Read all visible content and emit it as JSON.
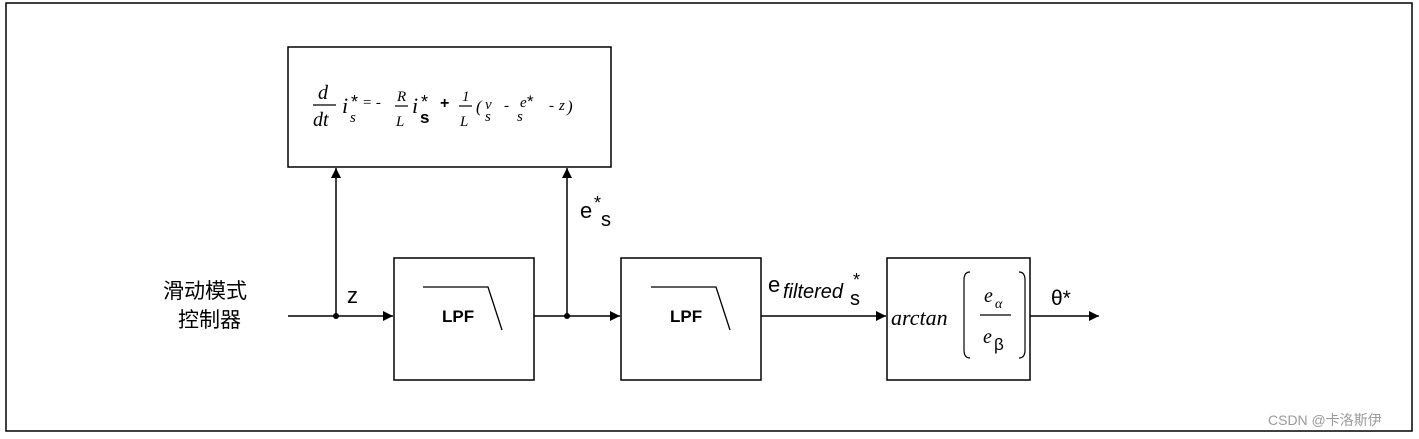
{
  "diagram": {
    "input_label_line1": "滑动模式",
    "input_label_line2": "控制器",
    "signal_z": "z",
    "signal_e_star_base": "e",
    "signal_e_star_sup": "*",
    "signal_e_star_sub": "s",
    "lpf1_label": "LPF",
    "lpf2_label": "LPF",
    "filtered_base": "e",
    "filtered_sub": "filtered",
    "filtered_sup": "*",
    "filtered_sub2": "s",
    "arctan_label": "arctan",
    "arctan_num_base": "e",
    "arctan_num_sub": "α",
    "arctan_den_base": "e",
    "arctan_den_sub": "β",
    "output_label": "θ*",
    "equation": {
      "d": "d",
      "dt": "dt",
      "i1": "i",
      "i1_sup": "*",
      "i1_sub": "s",
      "eq": "= -",
      "R": "R",
      "L1": "L",
      "i2": "i",
      "i2_sup": "*",
      "i2_sub": "s",
      "plus": "+",
      "one": "1",
      "L2": "L",
      "paren_open": "(",
      "v": "v",
      "v_sub": "s",
      "minus1": "-",
      "e": "e",
      "e_sup": "*",
      "e_sub": "s",
      "minus2": "-",
      "z": "z",
      "paren_close": ")"
    }
  },
  "watermark": "CSDN @卡洛斯伊"
}
